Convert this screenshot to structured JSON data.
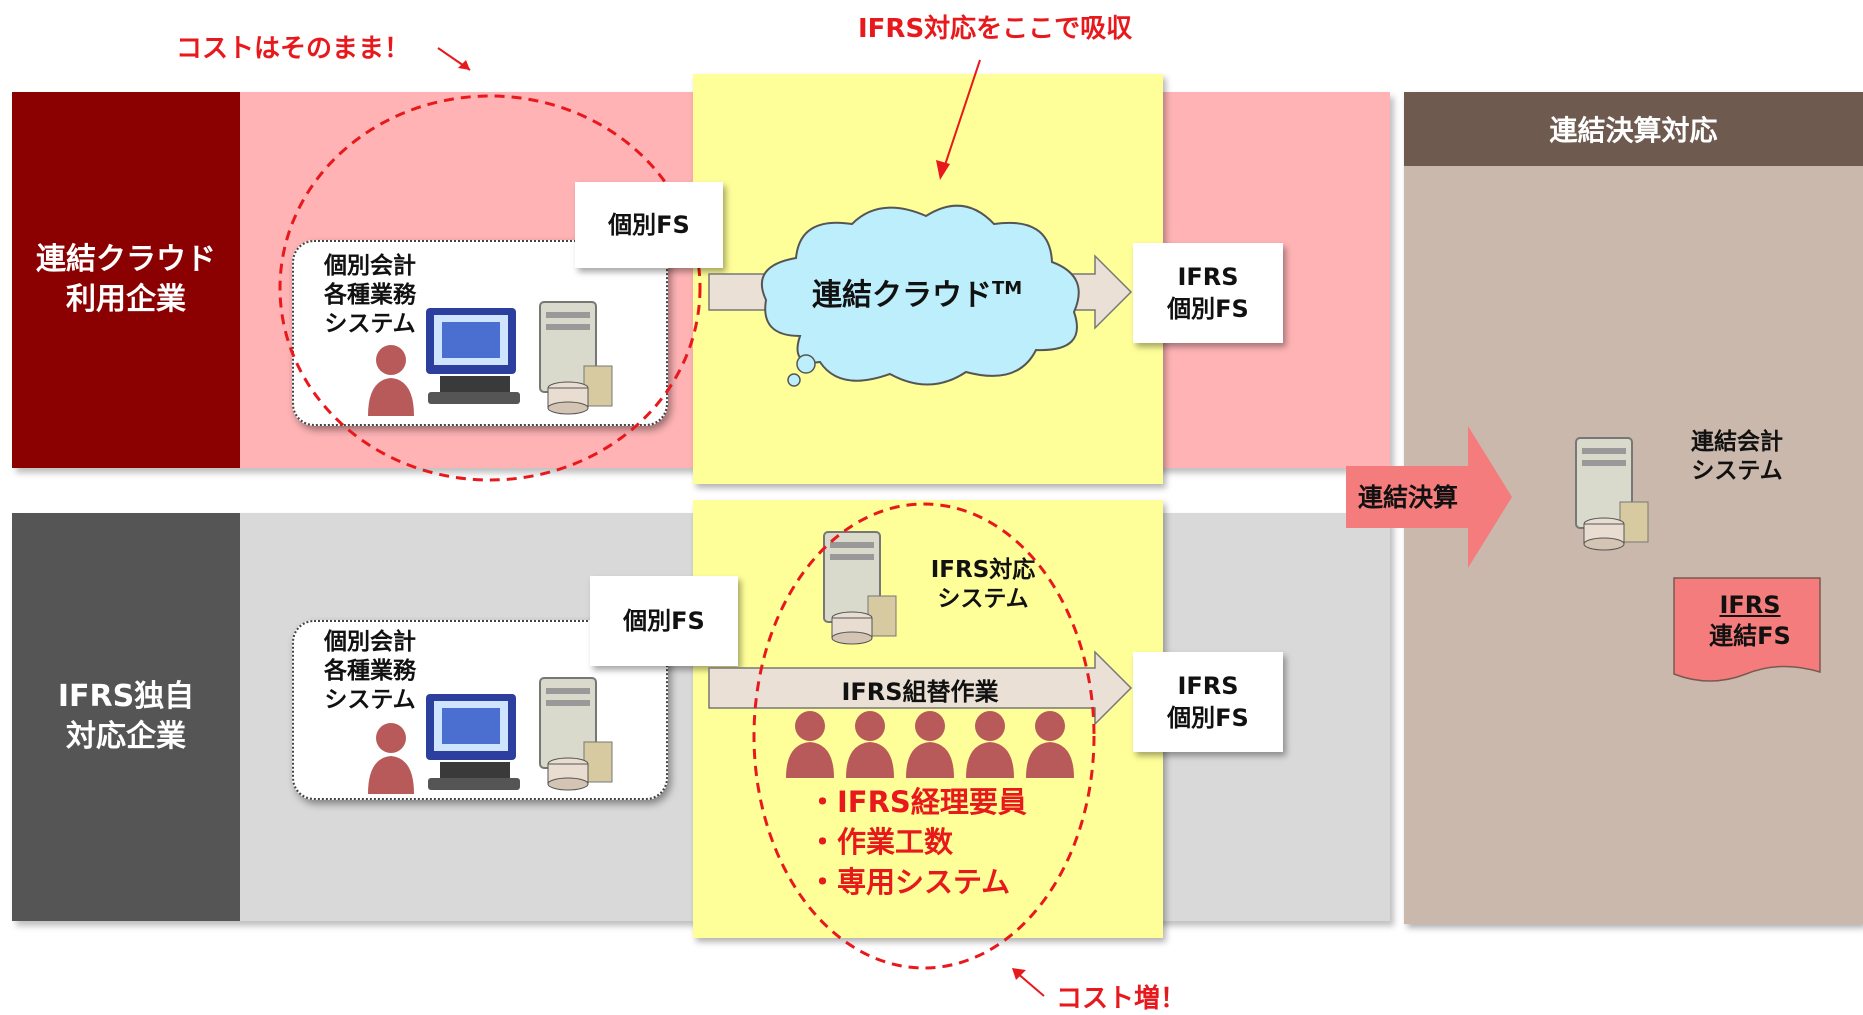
{
  "annotations": {
    "cost_same": "コストはそのまま！",
    "ifrs_absorb": "IFRS対応をここで吸収",
    "cost_increase": "コスト増！"
  },
  "rows": {
    "top_label": "連結クラウド\n利用企業",
    "bottom_label": "IFRS独自\n対応企業"
  },
  "top": {
    "system_label": "個別会計\n各種業務\nシステム",
    "doc_individual": "個別FS",
    "cloud_label": "連結クラウド",
    "cloud_tm": "TM",
    "doc_ifrs": "IFRS\n個別FS"
  },
  "bottom": {
    "system_label": "個別会計\n各種業務\nシステム",
    "doc_individual": "個別FS",
    "ifrs_system": "IFRS対応\nシステム",
    "arrow_label": "IFRS組替作業",
    "doc_ifrs": "IFRS\n個別FS",
    "bullets": [
      "・IFRS経理要員",
      "・作業工数",
      "・専用システム"
    ]
  },
  "right": {
    "header": "連結決算対応",
    "arrow_label": "連結決算",
    "system_label": "連結会計\nシステム",
    "doc_label_1": "IFRS",
    "doc_label_2": "連結FS"
  },
  "colors": {
    "top_label_bg": "#8b0000",
    "top_band": "#ffb3b5",
    "bottom_label_bg": "#555555",
    "bottom_band": "#d9d9d9",
    "yellow_panel": "#ffff99",
    "right_panel": "#cbb8ac",
    "right_header": "#6e5a4e",
    "accent_red": "#e8191c",
    "salmon": "#f47c7c"
  },
  "icons": [
    "person-icon",
    "computer-icon",
    "server-icon",
    "database-icon",
    "cloud-icon"
  ]
}
